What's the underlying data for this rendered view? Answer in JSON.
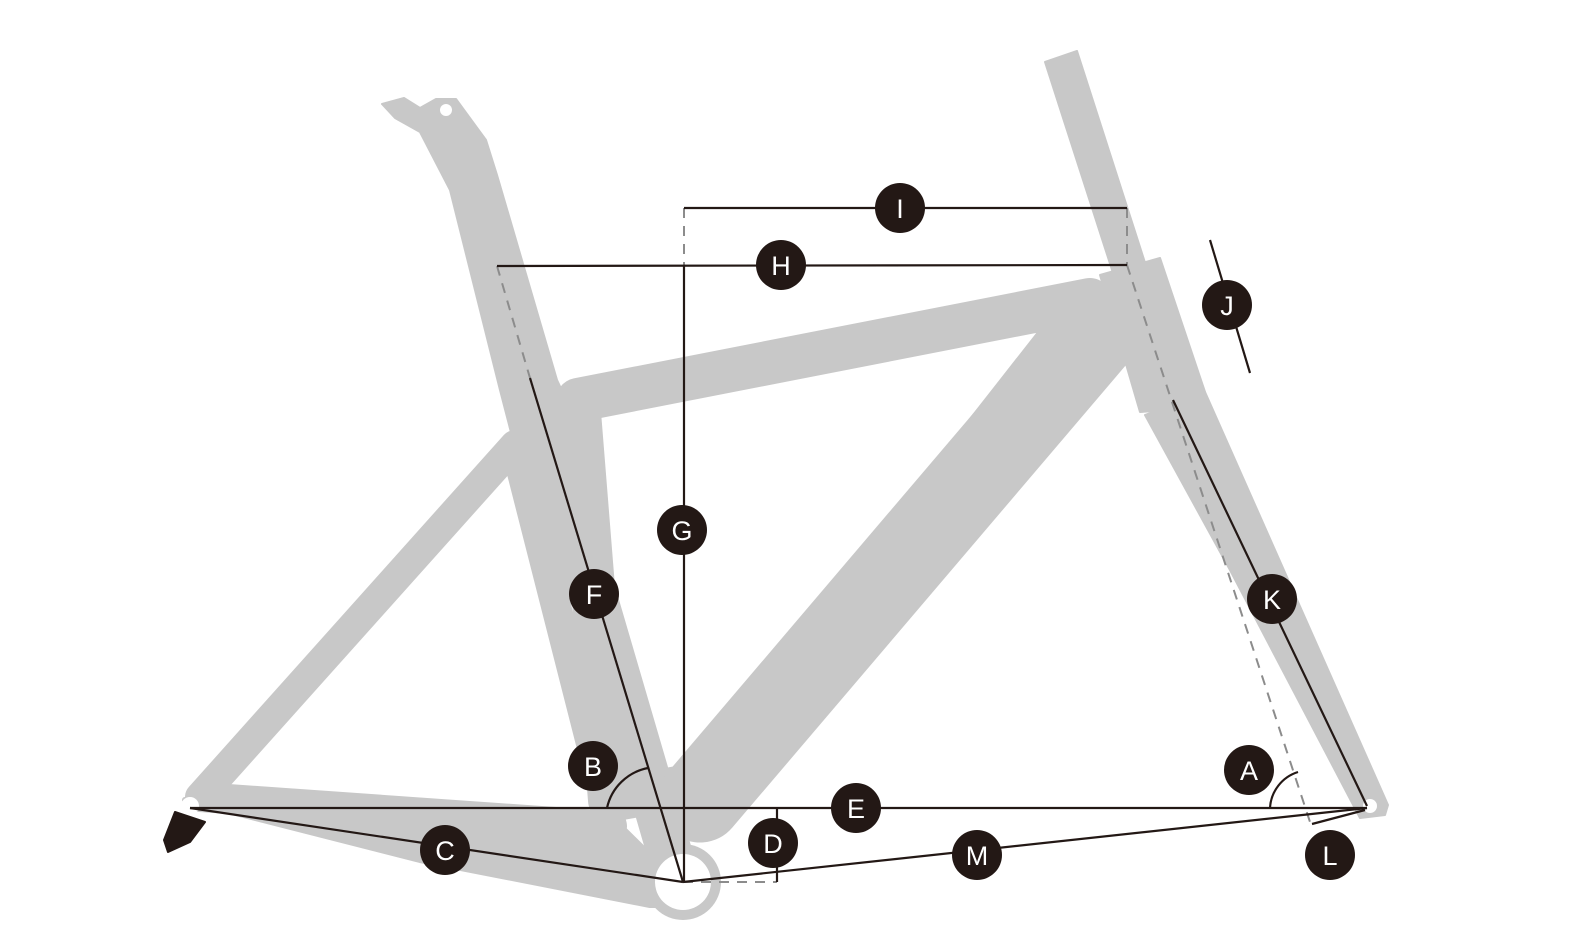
{
  "colors": {
    "frame": "#c8c8c8",
    "lines": "#231815",
    "label_bg": "#231815",
    "label_text": "#ffffff",
    "dashed": "#8c8c8c"
  },
  "labels": {
    "A": "A",
    "B": "B",
    "C": "C",
    "D": "D",
    "E": "E",
    "F": "F",
    "G": "G",
    "H": "H",
    "I": "I",
    "J": "J",
    "K": "K",
    "L": "L",
    "M": "M"
  }
}
